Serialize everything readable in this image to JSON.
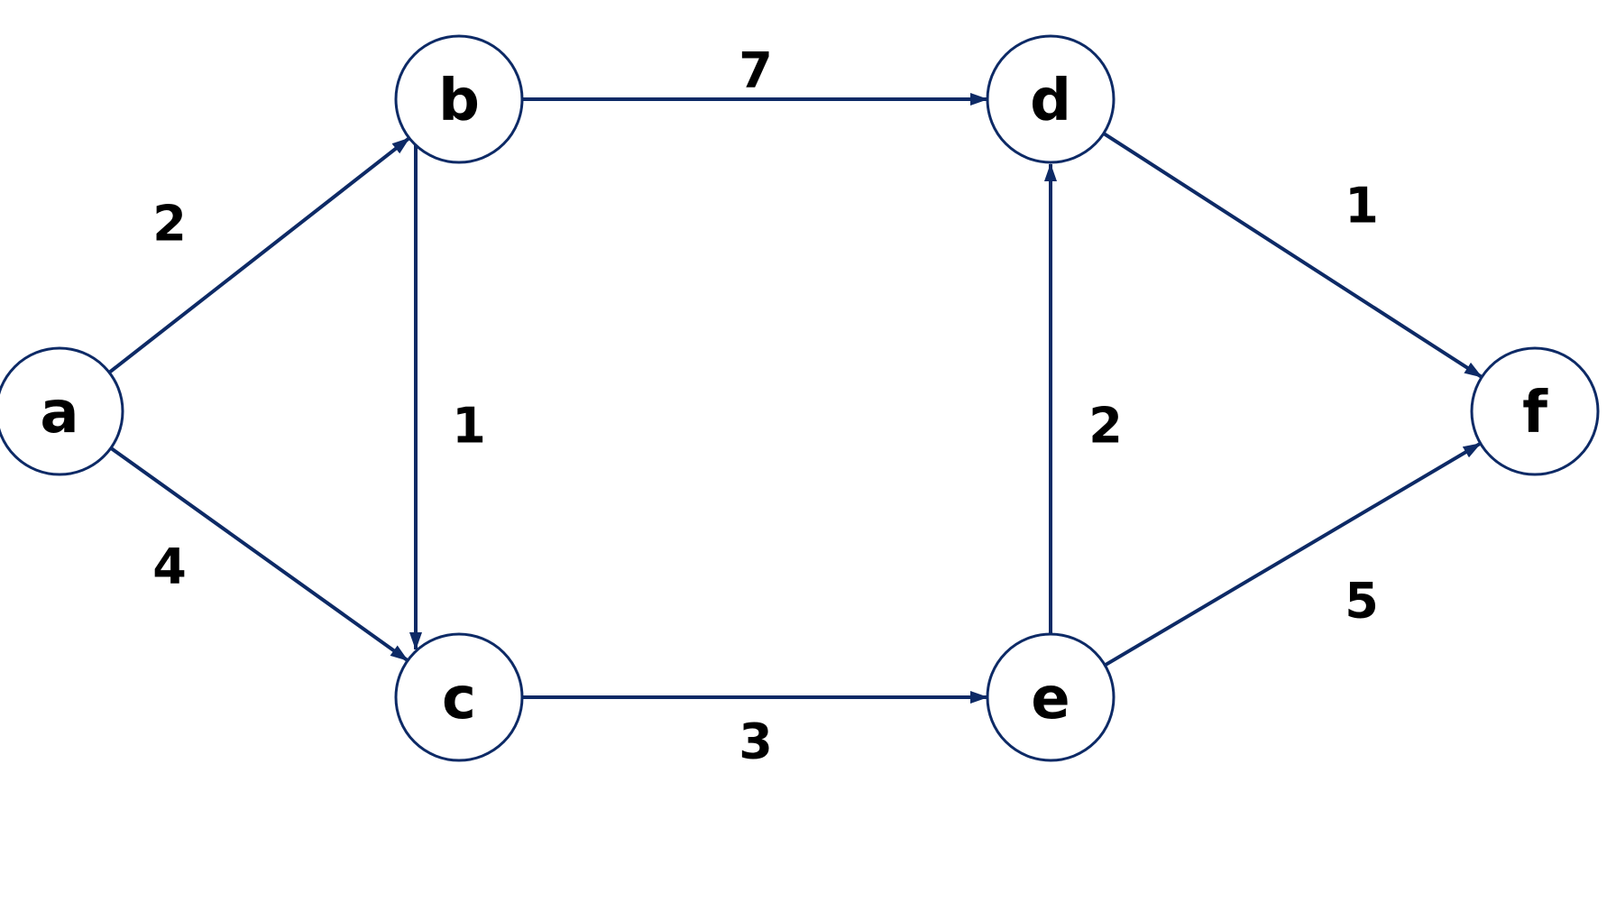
{
  "graph": {
    "colors": {
      "edge": "#0d2a66",
      "node_border": "#0d2a66",
      "text": "#000000",
      "background": "#ffffff"
    },
    "nodes": [
      {
        "id": "a",
        "label": "a"
      },
      {
        "id": "b",
        "label": "b"
      },
      {
        "id": "c",
        "label": "c"
      },
      {
        "id": "d",
        "label": "d"
      },
      {
        "id": "e",
        "label": "e"
      },
      {
        "id": "f",
        "label": "f"
      }
    ],
    "edges": [
      {
        "from": "a",
        "to": "b",
        "weight": "2"
      },
      {
        "from": "a",
        "to": "c",
        "weight": "4"
      },
      {
        "from": "b",
        "to": "c",
        "weight": "1"
      },
      {
        "from": "b",
        "to": "d",
        "weight": "7"
      },
      {
        "from": "c",
        "to": "e",
        "weight": "3"
      },
      {
        "from": "e",
        "to": "d",
        "weight": "2"
      },
      {
        "from": "d",
        "to": "f",
        "weight": "1"
      },
      {
        "from": "e",
        "to": "f",
        "weight": "5"
      }
    ]
  }
}
